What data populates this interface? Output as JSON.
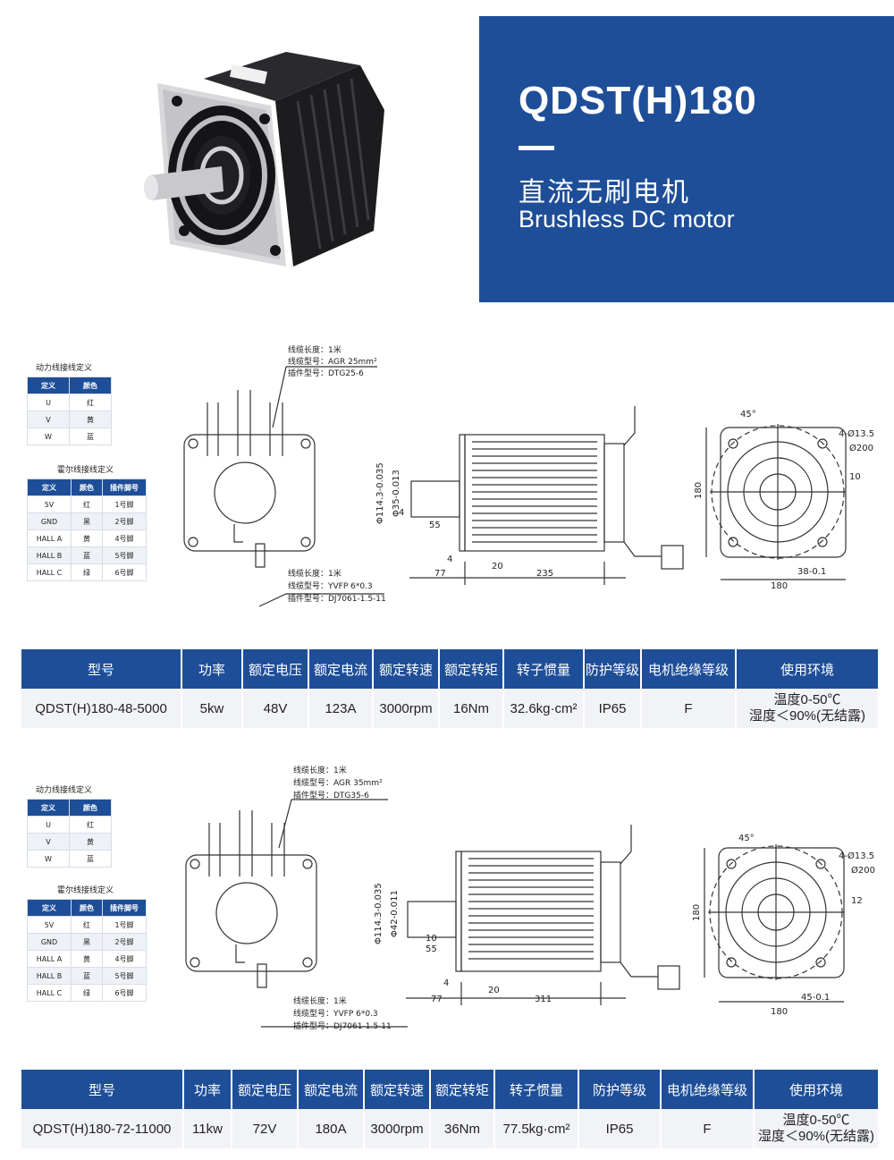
{
  "header": {
    "model": "QDST(H)180",
    "title_cn": "直流无刷电机",
    "title_en": "Brushless DC motor"
  },
  "colors": {
    "brand_blue": "#1e4e98",
    "row_bg": "#f1f3f6"
  },
  "section1": {
    "power_title": "动力线接线定义",
    "power_headers": [
      "定义",
      "颜色"
    ],
    "power_rows": [
      [
        "U",
        "红"
      ],
      [
        "V",
        "黄"
      ],
      [
        "W",
        "蓝"
      ]
    ],
    "hall_title": "霍尔线接线定义",
    "hall_headers": [
      "定义",
      "颜色",
      "插件脚号"
    ],
    "hall_rows": [
      [
        "5V",
        "红",
        "1号脚"
      ],
      [
        "GND",
        "黑",
        "2号脚"
      ],
      [
        "HALL A",
        "黄",
        "4号脚"
      ],
      [
        "HALL B",
        "蓝",
        "5号脚"
      ],
      [
        "HALL C",
        "绿",
        "6号脚"
      ]
    ],
    "cable_top": [
      "线缆长度：1米",
      "线缆型号：AGR 25mm²",
      "插件型号：DTG25-6"
    ],
    "cable_bottom": [
      "线缆长度：1米",
      "线缆型号：YVFP 6*0.3",
      "插件型号：DJ7061-1.5-11"
    ],
    "dims": {
      "d_shaft": "Φ35-0.013",
      "d_pilot": "Φ114.3-0.035",
      "key": "4",
      "shaft_len": "55",
      "flange_t": "4",
      "l20": "20",
      "l77": "77",
      "body_len": "235",
      "angle": "45°",
      "holes": "4-Ø13.5",
      "pcd": "Ø200",
      "key_w": "10",
      "height": "180",
      "width": "180",
      "key_h": "38-0.1"
    }
  },
  "section2": {
    "power_title": "动力线接线定义",
    "power_headers": [
      "定义",
      "颜色"
    ],
    "power_rows": [
      [
        "U",
        "红"
      ],
      [
        "V",
        "黄"
      ],
      [
        "W",
        "蓝"
      ]
    ],
    "hall_title": "霍尔线接线定义",
    "hall_headers": [
      "定义",
      "颜色",
      "插件脚号"
    ],
    "hall_rows": [
      [
        "5V",
        "红",
        "1号脚"
      ],
      [
        "GND",
        "黑",
        "2号脚"
      ],
      [
        "HALL A",
        "黄",
        "4号脚"
      ],
      [
        "HALL B",
        "蓝",
        "5号脚"
      ],
      [
        "HALL C",
        "绿",
        "6号脚"
      ]
    ],
    "cable_top": [
      "线缆长度：1米",
      "线缆型号：AGR 35mm²",
      "插件型号：DTG35-6"
    ],
    "cable_bottom": [
      "线缆长度：1米",
      "线缆型号：YVFP 6*0.3",
      "插件型号：DJ7061-1.5-11"
    ],
    "dims": {
      "d_shaft": "Φ42-0.011",
      "d_pilot": "Φ114.3-0.035",
      "key": "10",
      "shaft_len": "55",
      "flange_t": "4",
      "l20": "20",
      "l77": "77",
      "body_len": "311",
      "angle": "45°",
      "holes": "4-Ø13.5",
      "pcd": "Ø200",
      "key_w": "12",
      "height": "180",
      "width": "180",
      "key_h": "45-0.1"
    }
  },
  "spec_headers": [
    "型号",
    "功率",
    "额定电压",
    "额定电流",
    "额定转速",
    "额定转矩",
    "转子惯量",
    "防护等级",
    "电机绝缘等级",
    "使用环境"
  ],
  "spec1": {
    "model": "QDST(H)180-48-5000",
    "power": "5kw",
    "voltage": "48V",
    "current": "123A",
    "speed": "3000rpm",
    "torque": "16Nm",
    "inertia": "32.6kg·cm²",
    "ip": "IP65",
    "insulation": "F",
    "env1": "温度0-50℃",
    "env2": "湿度＜90%(无结露)"
  },
  "spec2": {
    "model": "QDST(H)180-72-11000",
    "power": "11kw",
    "voltage": "72V",
    "current": "180A",
    "speed": "3000rpm",
    "torque": "36Nm",
    "inertia": "77.5kg·cm²",
    "ip": "IP65",
    "insulation": "F",
    "env1": "温度0-50℃",
    "env2": "湿度＜90%(无结露)"
  }
}
